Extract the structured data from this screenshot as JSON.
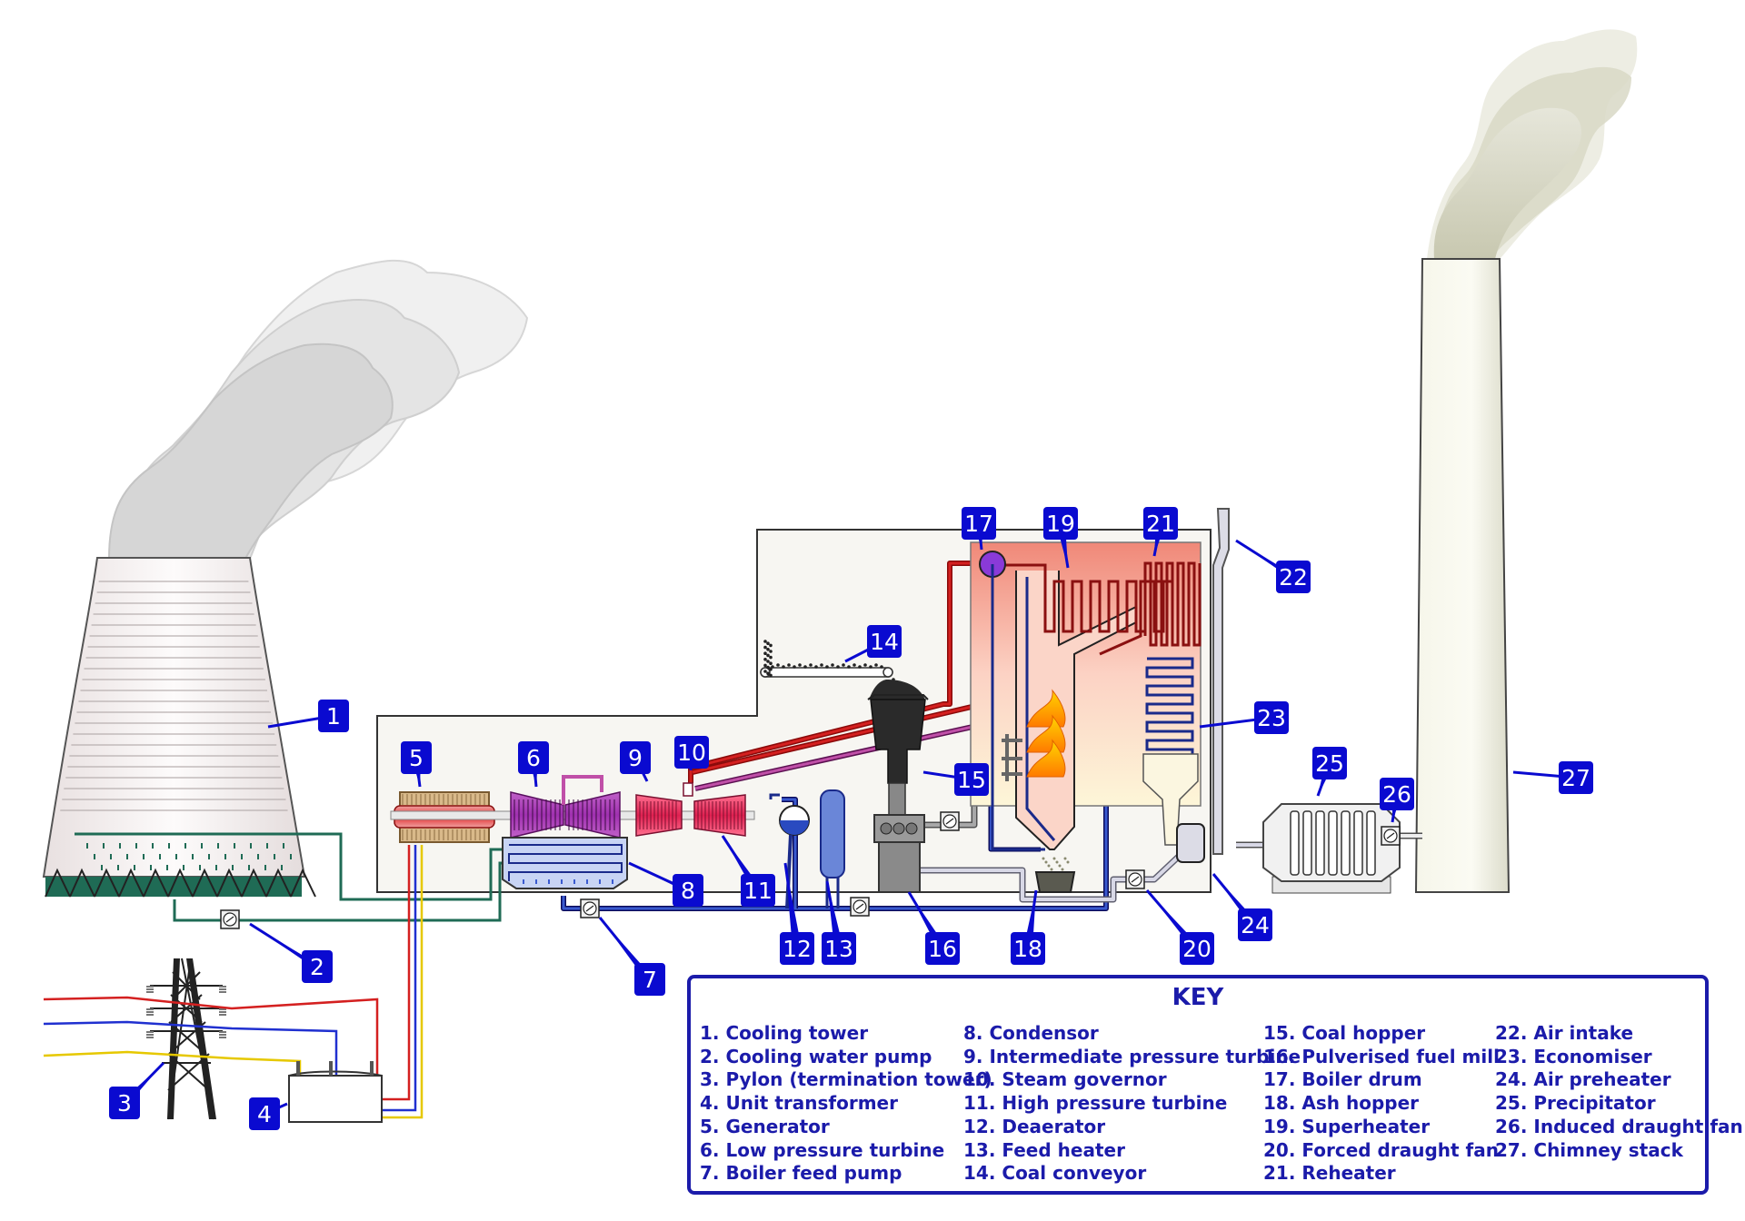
{
  "colors": {
    "tag_fill": "#0a0ad0",
    "key_text": "#1b1baa",
    "steam_red": "#c81414",
    "water_blue": "#1a2a8a",
    "cooling_green": "#1f6b55",
    "reheat_purple": "#a0307a"
  },
  "tags": [
    {
      "id": 1,
      "label": "1"
    },
    {
      "id": 2,
      "label": "2"
    },
    {
      "id": 3,
      "label": "3"
    },
    {
      "id": 4,
      "label": "4"
    },
    {
      "id": 5,
      "label": "5"
    },
    {
      "id": 6,
      "label": "6"
    },
    {
      "id": 7,
      "label": "7"
    },
    {
      "id": 8,
      "label": "8"
    },
    {
      "id": 9,
      "label": "9"
    },
    {
      "id": 10,
      "label": "10"
    },
    {
      "id": 11,
      "label": "11"
    },
    {
      "id": 12,
      "label": "12"
    },
    {
      "id": 13,
      "label": "13"
    },
    {
      "id": 14,
      "label": "14"
    },
    {
      "id": 15,
      "label": "15"
    },
    {
      "id": 16,
      "label": "16"
    },
    {
      "id": 17,
      "label": "17"
    },
    {
      "id": 18,
      "label": "18"
    },
    {
      "id": 19,
      "label": "19"
    },
    {
      "id": 20,
      "label": "20"
    },
    {
      "id": 21,
      "label": "21"
    },
    {
      "id": 22,
      "label": "22"
    },
    {
      "id": 23,
      "label": "23"
    },
    {
      "id": 24,
      "label": "24"
    },
    {
      "id": 25,
      "label": "25"
    },
    {
      "id": 26,
      "label": "26"
    },
    {
      "id": 27,
      "label": "27"
    }
  ],
  "key": {
    "title": "KEY",
    "columns": [
      [
        "1. Cooling tower",
        "2. Cooling water pump",
        "3. Pylon (termination tower)",
        "4. Unit transformer",
        "5. Generator",
        "6. Low pressure turbine",
        "7. Boiler feed pump"
      ],
      [
        "8. Condensor",
        "9. Intermediate pressure turbine",
        "10. Steam governor",
        "11. High pressure turbine",
        "12. Deaerator",
        "13. Feed heater",
        "14. Coal conveyor"
      ],
      [
        "15. Coal hopper",
        "16. Pulverised fuel mill",
        "17. Boiler drum",
        "18. Ash hopper",
        "19. Superheater",
        "20. Forced draught fan",
        "21. Reheater"
      ],
      [
        "22. Air intake",
        "23. Economiser",
        "24. Air preheater",
        "25. Precipitator",
        "26. Induced draught fan",
        "27. Chimney stack"
      ]
    ]
  }
}
